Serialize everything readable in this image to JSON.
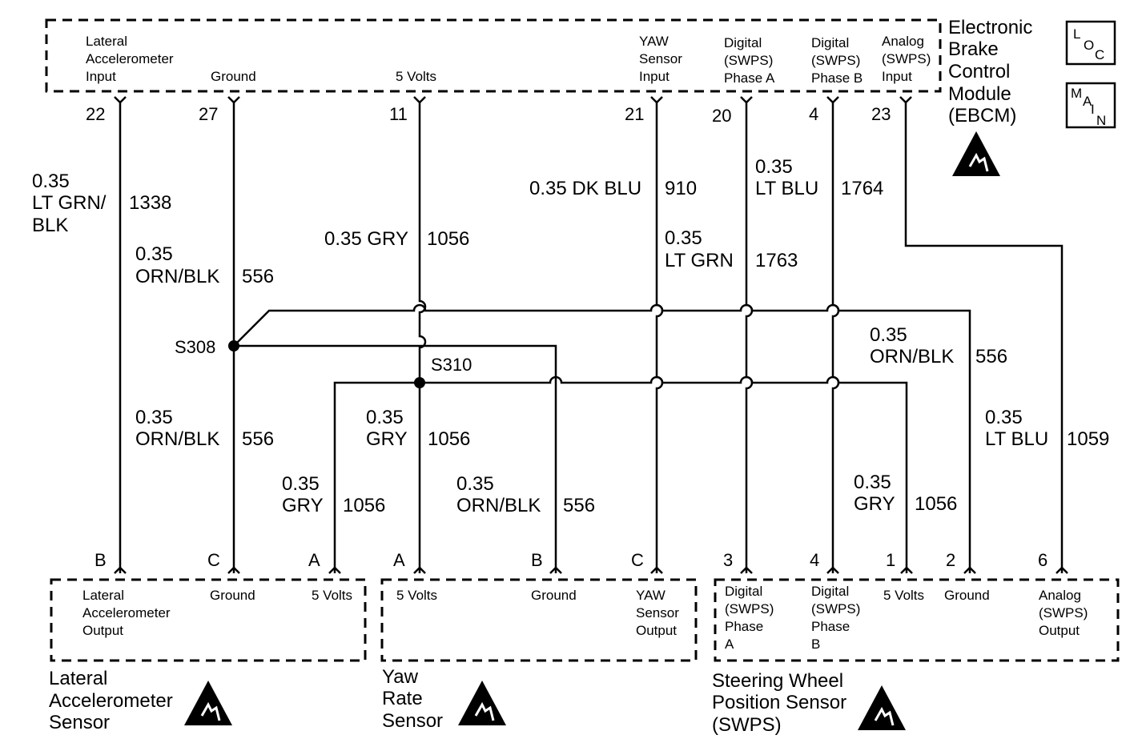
{
  "ebcm": {
    "name": [
      "Electronic",
      "Brake",
      "Control",
      "Module",
      "(EBCM)"
    ],
    "labels": {
      "lat_input": [
        "Lateral",
        "Accelerometer",
        "Input"
      ],
      "ground": "Ground",
      "five_volts": "5 Volts",
      "yaw_input": [
        "YAW",
        "Sensor",
        "Input"
      ],
      "phase_a": [
        "Digital",
        "(SWPS)",
        "Phase A"
      ],
      "phase_b": [
        "Digital",
        "(SWPS)",
        "Phase B"
      ],
      "analog": [
        "Analog",
        "(SWPS)",
        "Input"
      ]
    },
    "pins": [
      "22",
      "27",
      "11",
      "21",
      "20",
      "4",
      "23"
    ]
  },
  "icons": {
    "loc": [
      "L",
      "O",
      "C"
    ],
    "main": [
      "M",
      "A",
      "I",
      "N"
    ]
  },
  "wires": {
    "w1338": [
      "0.35",
      "LT GRN/",
      "BLK",
      "1338"
    ],
    "w556_top": [
      "0.35",
      "ORN/BLK",
      "556"
    ],
    "w1056_top": [
      "0.35 GRY",
      "1056"
    ],
    "w910": [
      "0.35 DK BLU",
      "910"
    ],
    "w1764": [
      "0.35",
      "LT BLU",
      "1764"
    ],
    "w1763": [
      "0.35",
      "LT GRN",
      "1763"
    ],
    "w556_right": [
      "0.35",
      "ORN/BLK",
      "556"
    ],
    "w1059": [
      "0.35",
      "LT BLU",
      "1059"
    ],
    "w556_lat": [
      "0.35",
      "ORN/BLK",
      "556"
    ],
    "w1056_yaw": [
      "0.35",
      "GRY",
      "1056"
    ],
    "w1056_lat": [
      "0.35",
      "GRY",
      "1056"
    ],
    "w556_yaw": [
      "0.35",
      "ORN/BLK",
      "556"
    ],
    "w1056_swps": [
      "0.35",
      "GRY",
      "1056"
    ]
  },
  "splices": {
    "s308": "S308",
    "s310": "S310"
  },
  "lateral_sensor": {
    "name": [
      "Lateral",
      "Accelerometer",
      "Sensor"
    ],
    "pins": [
      "B",
      "C",
      "A"
    ],
    "labels": {
      "output": [
        "Lateral",
        "Accelerometer",
        "Output"
      ],
      "ground": "Ground",
      "five_volts": "5 Volts"
    }
  },
  "yaw_sensor": {
    "name": [
      "Yaw",
      "Rate",
      "Sensor"
    ],
    "pins": [
      "A",
      "B",
      "C"
    ],
    "labels": {
      "five_volts": "5 Volts",
      "ground": "Ground",
      "output": [
        "YAW",
        "Sensor",
        "Output"
      ]
    }
  },
  "swps": {
    "name": [
      "Steering Wheel",
      "Position Sensor",
      "(SWPS)"
    ],
    "pins": [
      "3",
      "4",
      "1",
      "2",
      "6"
    ],
    "labels": {
      "phase_a": [
        "Digital",
        "(SWPS)",
        "Phase",
        "A"
      ],
      "phase_b": [
        "Digital",
        "(SWPS)",
        "Phase",
        "B"
      ],
      "five_volts": "5 Volts",
      "ground": "Ground",
      "analog": [
        "Analog",
        "(SWPS)",
        "Output"
      ]
    }
  }
}
